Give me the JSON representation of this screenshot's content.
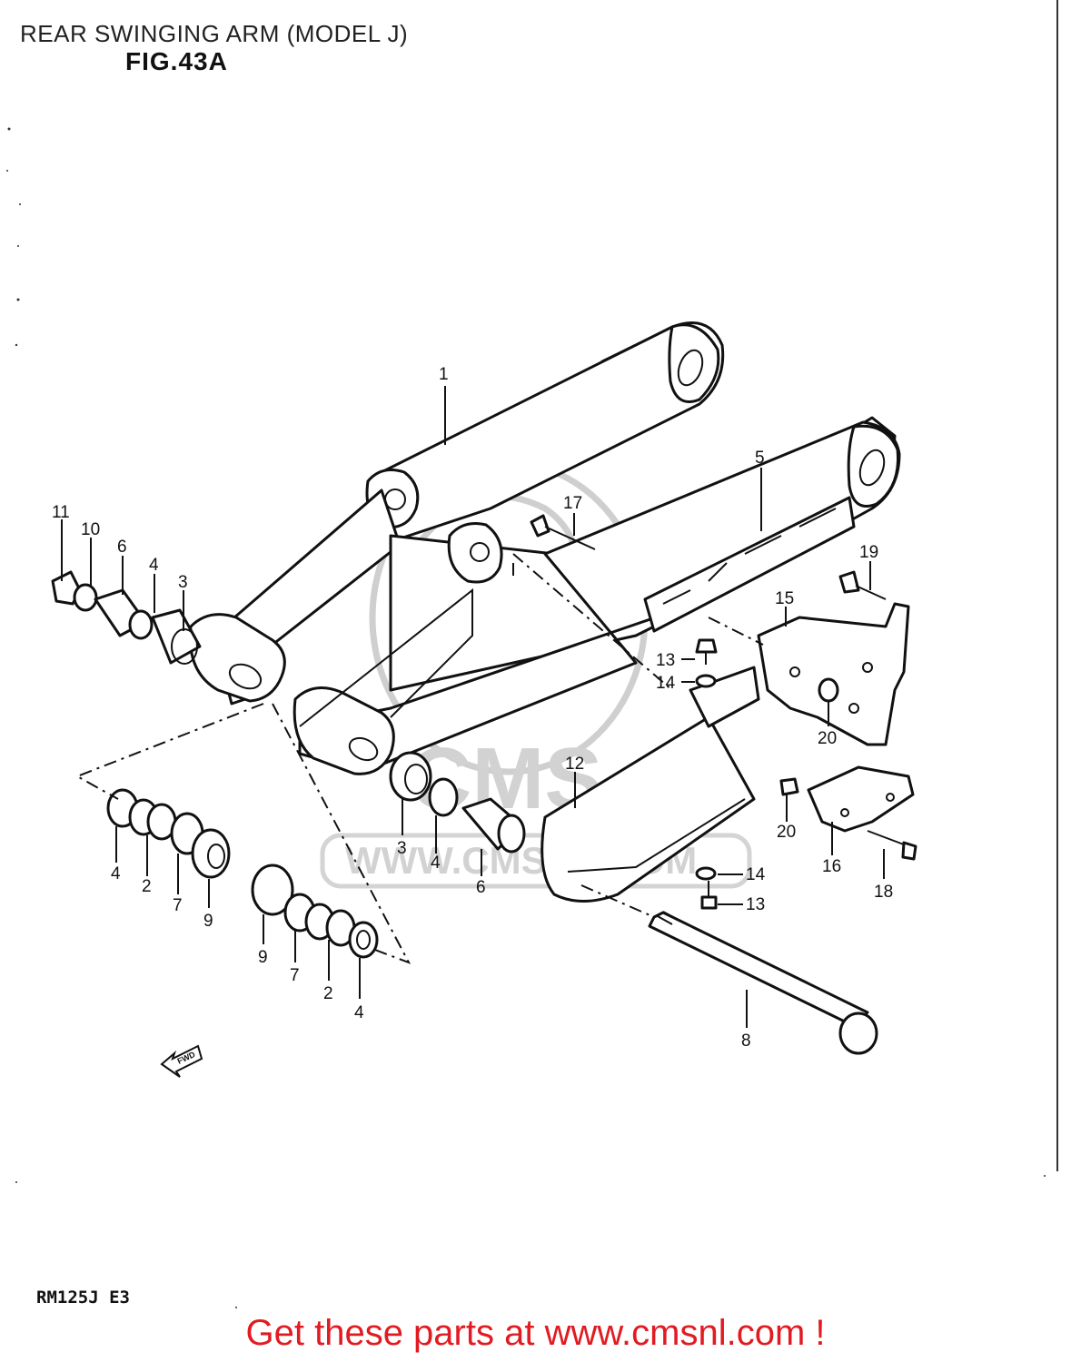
{
  "header": {
    "title": "REAR SWINGING ARM (MODEL J)",
    "figure": "FIG.43A"
  },
  "watermark": {
    "brand": "CMS",
    "url": "WWW.CMSNL.COM"
  },
  "diagram": {
    "callouts": [
      {
        "n": "1"
      },
      {
        "n": "5"
      },
      {
        "n": "17"
      },
      {
        "n": "19"
      },
      {
        "n": "15"
      },
      {
        "n": "11"
      },
      {
        "n": "10"
      },
      {
        "n": "6"
      },
      {
        "n": "4"
      },
      {
        "n": "3"
      },
      {
        "n": "13"
      },
      {
        "n": "14"
      },
      {
        "n": "20"
      },
      {
        "n": "12"
      },
      {
        "n": "3"
      },
      {
        "n": "4"
      },
      {
        "n": "6"
      },
      {
        "n": "20"
      },
      {
        "n": "16"
      },
      {
        "n": "18"
      },
      {
        "n": "14"
      },
      {
        "n": "13"
      },
      {
        "n": "4"
      },
      {
        "n": "2"
      },
      {
        "n": "7"
      },
      {
        "n": "9"
      },
      {
        "n": "9"
      },
      {
        "n": "7"
      },
      {
        "n": "2"
      },
      {
        "n": "4"
      },
      {
        "n": "8"
      }
    ],
    "fwd_label": "FWD"
  },
  "footer": {
    "model_code": "RM125J E3",
    "link_text": "Get these parts at www.cmsnl.com !"
  },
  "colors": {
    "link": "#e11b22",
    "line": "#111111",
    "watermark": "#cfcfcf"
  }
}
